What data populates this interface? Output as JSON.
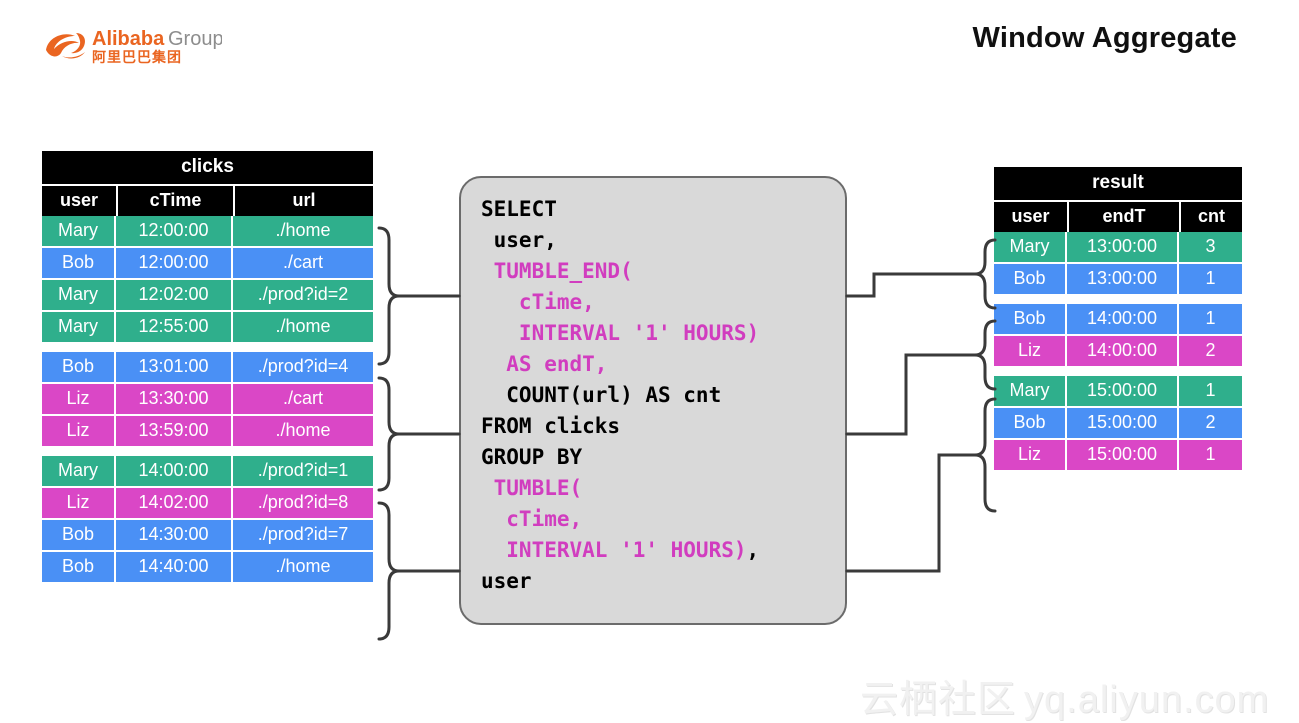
{
  "slide": {
    "title": "Window Aggregate",
    "watermark_cn": "云栖社区",
    "watermark_url": "yq.aliyun.com"
  },
  "logo": {
    "brand": "Alibaba",
    "suffix": "Group",
    "chinese": "阿里巴巴集团",
    "brand_color": "#EA6521",
    "suffix_color": "#8D8D8D"
  },
  "colors": {
    "green": "#2FAF8C",
    "blue": "#4A90F5",
    "magenta": "#DA47C6",
    "header_bg": "#000000",
    "card_bg": "#D9D9D9",
    "card_border": "#6B6B6B",
    "keyword": "#D13DBF"
  },
  "clicks_table": {
    "caption": "clicks",
    "columns": [
      "user",
      "cTime",
      "url"
    ],
    "groups": [
      {
        "rows": [
          {
            "user": "Mary",
            "cTime": "12:00:00",
            "url": "./home",
            "color": "g"
          },
          {
            "user": "Bob",
            "cTime": "12:00:00",
            "url": "./cart",
            "color": "b"
          },
          {
            "user": "Mary",
            "cTime": "12:02:00",
            "url": "./prod?id=2",
            "color": "g"
          },
          {
            "user": "Mary",
            "cTime": "12:55:00",
            "url": "./home",
            "color": "g"
          }
        ]
      },
      {
        "rows": [
          {
            "user": "Bob",
            "cTime": "13:01:00",
            "url": "./prod?id=4",
            "color": "b"
          },
          {
            "user": "Liz",
            "cTime": "13:30:00",
            "url": "./cart",
            "color": "m"
          },
          {
            "user": "Liz",
            "cTime": "13:59:00",
            "url": "./home",
            "color": "m"
          }
        ]
      },
      {
        "rows": [
          {
            "user": "Mary",
            "cTime": "14:00:00",
            "url": "./prod?id=1",
            "color": "g"
          },
          {
            "user": "Liz",
            "cTime": "14:02:00",
            "url": "./prod?id=8",
            "color": "m"
          },
          {
            "user": "Bob",
            "cTime": "14:30:00",
            "url": "./prod?id=7",
            "color": "b"
          },
          {
            "user": "Bob",
            "cTime": "14:40:00",
            "url": "./home",
            "color": "b"
          }
        ]
      }
    ]
  },
  "result_table": {
    "caption": "result",
    "columns": [
      "user",
      "endT",
      "cnt"
    ],
    "groups": [
      {
        "rows": [
          {
            "user": "Mary",
            "endT": "13:00:00",
            "cnt": "3",
            "color": "g"
          },
          {
            "user": "Bob",
            "endT": "13:00:00",
            "cnt": "1",
            "color": "b"
          }
        ]
      },
      {
        "rows": [
          {
            "user": "Bob",
            "endT": "14:00:00",
            "cnt": "1",
            "color": "b"
          },
          {
            "user": "Liz",
            "endT": "14:00:00",
            "cnt": "2",
            "color": "m"
          }
        ]
      },
      {
        "rows": [
          {
            "user": "Mary",
            "endT": "15:00:00",
            "cnt": "1",
            "color": "g"
          },
          {
            "user": "Bob",
            "endT": "15:00:00",
            "cnt": "2",
            "color": "b"
          },
          {
            "user": "Liz",
            "endT": "15:00:00",
            "cnt": "1",
            "color": "m"
          }
        ]
      }
    ]
  },
  "sql": {
    "lines": [
      [
        {
          "t": "SELECT",
          "k": false
        }
      ],
      [
        {
          "t": " user,",
          "k": false
        }
      ],
      [
        {
          "t": " TUMBLE_END(",
          "k": true
        }
      ],
      [
        {
          "t": "   cTime,",
          "k": true
        }
      ],
      [
        {
          "t": "   INTERVAL '1' HOURS)",
          "k": true
        }
      ],
      [
        {
          "t": "  AS endT,",
          "k": true
        }
      ],
      [
        {
          "t": "  COUNT(url) AS cnt",
          "k": false
        }
      ],
      [
        {
          "t": "FROM clicks",
          "k": false
        }
      ],
      [
        {
          "t": "GROUP BY",
          "k": false
        }
      ],
      [
        {
          "t": " TUMBLE(",
          "k": true
        }
      ],
      [
        {
          "t": "  cTime,",
          "k": true
        }
      ],
      [
        {
          "t": "  INTERVAL '1' HOURS)",
          "k": true
        },
        {
          "t": ",",
          "k": false
        }
      ],
      [
        {
          "t": "user",
          "k": false
        }
      ]
    ]
  }
}
